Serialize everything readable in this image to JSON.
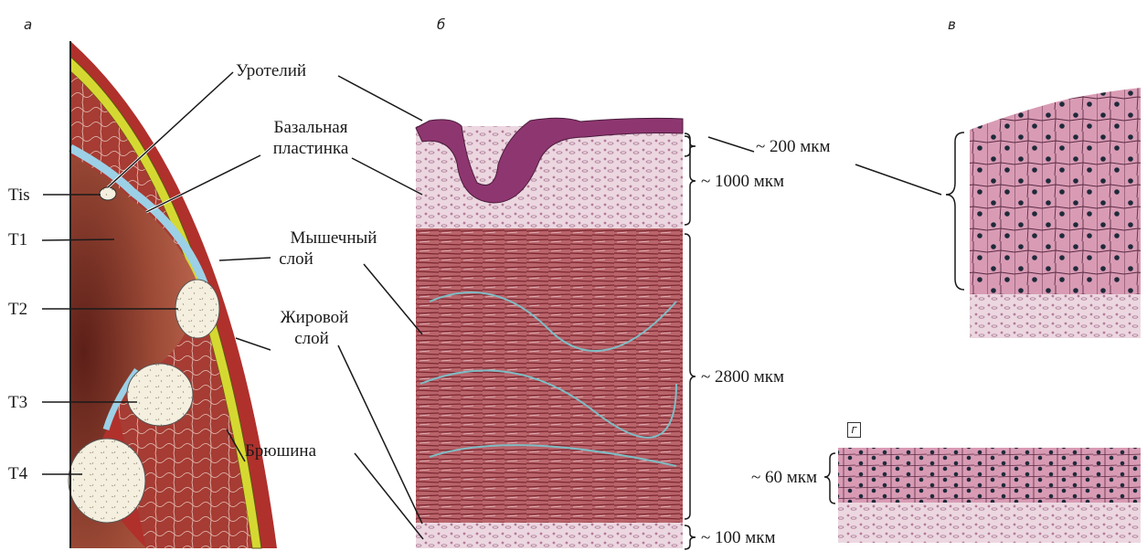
{
  "panels": {
    "a": "а",
    "b": "б",
    "v": "в",
    "g": "г"
  },
  "stages": [
    "Tis",
    "T1",
    "T2",
    "T3",
    "T4"
  ],
  "layers": {
    "urothelium": "Уротелий",
    "basal_1": "Базальная",
    "basal_2": "пластинка",
    "muscle_1": "Мышечный",
    "muscle_2": "слой",
    "fat_1": "Жировой",
    "fat_2": "слой",
    "peritoneum": "Брюшина"
  },
  "measurements": {
    "m200": "~ 200 мкм",
    "m1000": "~ 1000 мкм",
    "m2800": "~ 2800 мкм",
    "m100": "~ 100 мкм",
    "m60": "~ 60 мкм"
  },
  "colors": {
    "muscle": "#b0302c",
    "lining": "#9cd0e6",
    "peritoneum": "#d6d832",
    "tumor": "#f4efdf",
    "lumen": "#8a3a2a"
  }
}
